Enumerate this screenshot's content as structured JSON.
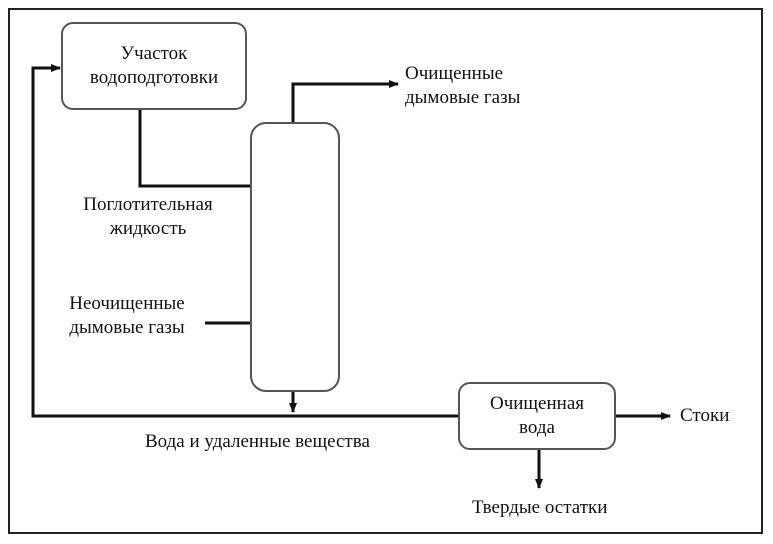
{
  "boxes": {
    "water_prep": {
      "line1": "Участок",
      "line2": "водоподготовки"
    },
    "cleaned_water": {
      "line1": "Очищенная",
      "line2": "вода"
    }
  },
  "labels": {
    "cleaned_gases": {
      "line1": "Очищенные",
      "line2": "дымовые газы"
    },
    "absorbent": {
      "line1": "Поглотительная",
      "line2": "жидкость"
    },
    "raw_gases": {
      "line1": "Неочищенные",
      "line2": "дымовые газы"
    },
    "water_removed": "Вода и удаленные вещества",
    "effluent": "Стоки",
    "solids": "Твердые остатки"
  }
}
